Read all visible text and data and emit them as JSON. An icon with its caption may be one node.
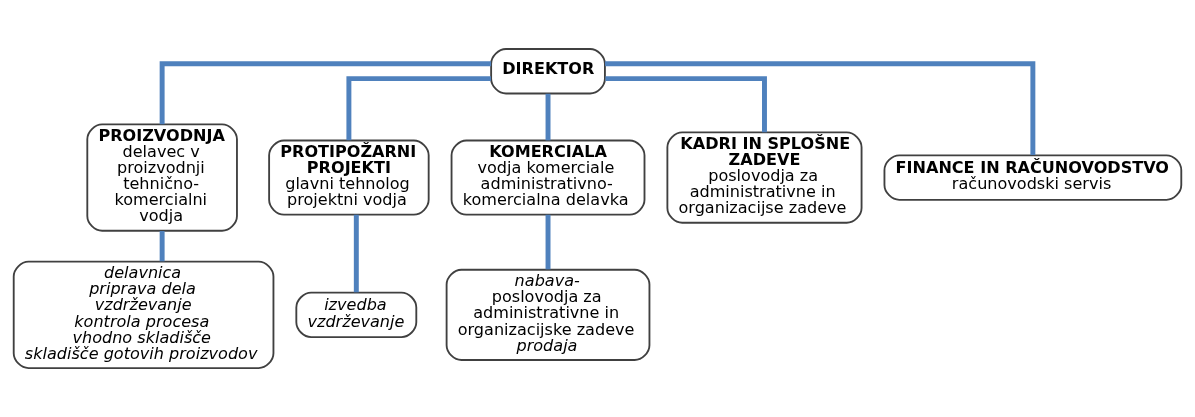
{
  "diagram": {
    "nodes": [
      {
        "text": [
          "DIREKTOR"
        ]
      },
      {
        "text": [
          "PROIZVODNJA",
          "delavec v proizvodnji",
          "tehnično-komercialni vodja"
        ]
      },
      {
        "text": [
          "PROTIPOŽARNI PROJEKTI",
          "glavni tehnolog",
          "projektni vodja"
        ]
      },
      {
        "text": [
          "KOMERCIALA",
          "vodja komerciale",
          "administrativno-komercialna delavka"
        ]
      },
      {
        "text": [
          "KADRI IN SPLOŠNE ZADEVE",
          "poslovodja za administrativne in organizacijse zadeve"
        ]
      },
      {
        "text": [
          "FINANCE IN RAČUNOVODSTVO",
          "računovodski servis"
        ]
      },
      {
        "text": [
          "delavnica",
          "priprava dela",
          "vzdrževanje",
          "kontrola procesa",
          "vhodno skladišče",
          "skladišče gotovih proizvodov"
        ]
      },
      {
        "text": [
          "izvedba",
          "vzdrževanje"
        ]
      },
      {
        "text": [
          "nabava-",
          "poslovodja za administrativne in organizacijske zadeve",
          "prodaja"
        ]
      }
    ],
    "edges": [
      {
        "from": 0,
        "to": 1,
        "arrow": "none"
      },
      {
        "from": 0,
        "to": 2,
        "arrow": "none"
      },
      {
        "from": 0,
        "to": 3,
        "arrow": "none"
      },
      {
        "from": 0,
        "to": 4,
        "arrow": "none"
      },
      {
        "from": 0,
        "to": 5,
        "arrow": "none"
      },
      {
        "from": 1,
        "to": 6,
        "arrow": "none"
      },
      {
        "from": 2,
        "to": 7,
        "arrow": "none"
      },
      {
        "from": 3,
        "to": 8,
        "arrow": "none"
      }
    ]
  }
}
